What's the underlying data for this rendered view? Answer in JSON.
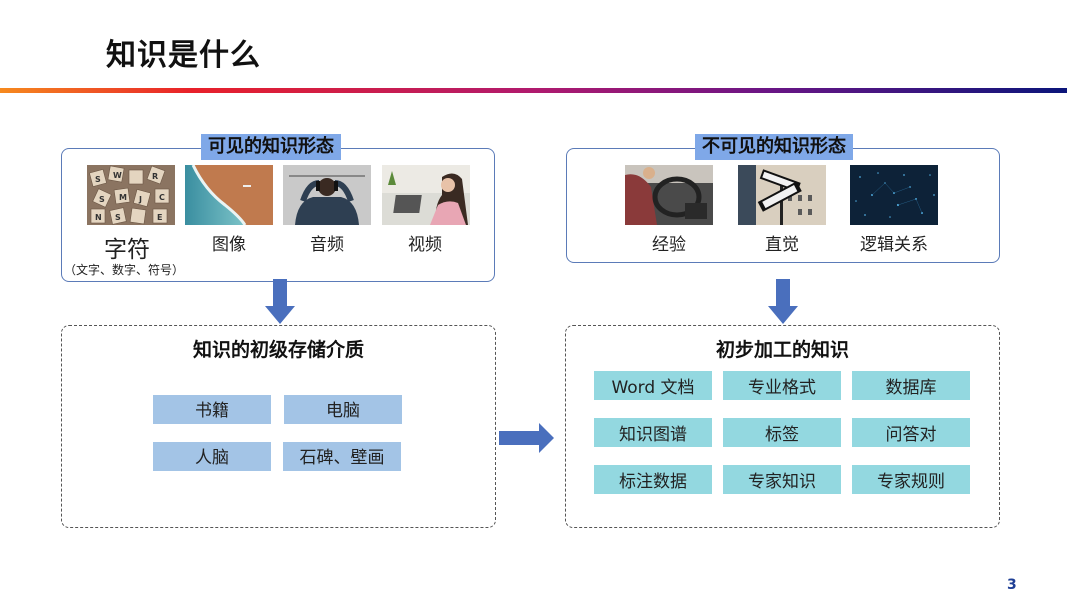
{
  "slide": {
    "title": "知识是什么",
    "page_number": "3",
    "colors": {
      "rule_gradient": [
        "#f68a1e",
        "#e8202a",
        "#b01a6e",
        "#6a1585",
        "#0b157a"
      ],
      "tag_bg": "#7fa8e8",
      "panel_border": "#5b7bb8",
      "arrow": "#4a6fbd",
      "chip_blue": "#a3c4e6",
      "chip_cyan": "#93d8e0"
    }
  },
  "visible": {
    "tag": "可见的知识形态",
    "items": [
      {
        "label": "字符",
        "sub": "（文字、数字、符号）",
        "image": "scrabble-letter-tiles"
      },
      {
        "label": "图像",
        "image": "aerial-beach-photo"
      },
      {
        "label": "音频",
        "image": "person-wearing-headphones"
      },
      {
        "label": "视频",
        "image": "woman-video-call-laptop"
      }
    ]
  },
  "invisible": {
    "tag": "不可见的知识形态",
    "items": [
      {
        "label": "经验",
        "image": "person-driving-car"
      },
      {
        "label": "直觉",
        "image": "one-way-street-signs"
      },
      {
        "label": "逻辑关系",
        "image": "starry-network-dots"
      }
    ]
  },
  "storage": {
    "title": "知识的初级存储介质",
    "chips": [
      "书籍",
      "电脑",
      "人脑",
      "石碑、壁画"
    ]
  },
  "processed": {
    "title": "初步加工的知识",
    "chips": [
      "Word 文档",
      "专业格式",
      "数据库",
      "知识图谱",
      "标签",
      "问答对",
      "标注数据",
      "专家知识",
      "专家规则"
    ]
  }
}
